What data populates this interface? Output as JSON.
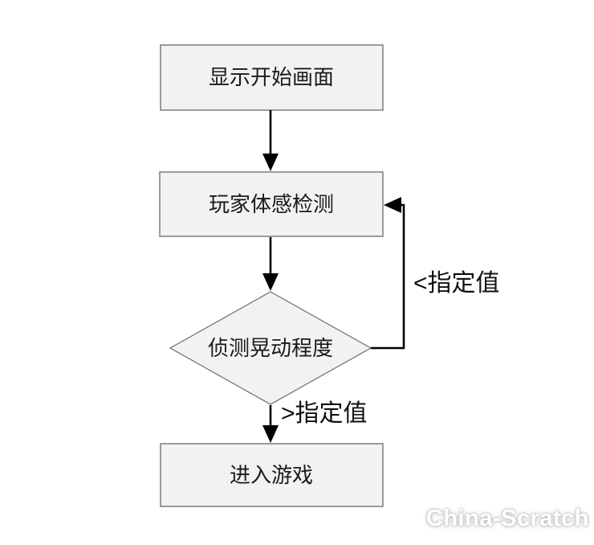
{
  "diagram": {
    "title": "game-motion-detection-flowchart",
    "nodes": {
      "start": {
        "label": "显示开始画面",
        "shape": "rect"
      },
      "sense": {
        "label": "玩家体感检测",
        "shape": "rect"
      },
      "decision": {
        "label": "侦测晃动程度",
        "shape": "diamond"
      },
      "enter": {
        "label": "进入游戏",
        "shape": "rect"
      }
    },
    "edges": [
      {
        "from": "start",
        "to": "sense",
        "label": ""
      },
      {
        "from": "sense",
        "to": "decision",
        "label": ""
      },
      {
        "from": "decision",
        "to": "sense",
        "label": "<指定值"
      },
      {
        "from": "decision",
        "to": "enter",
        "label": ">指定值"
      }
    ]
  },
  "watermark": {
    "text": "China-Scratch"
  },
  "colors": {
    "background": "#ffffff",
    "node_fill": "#f2f2f2",
    "node_border": "#737373",
    "arrow_line": "#000000",
    "text": "#1a1a1a",
    "watermark_text": "#ffffff",
    "watermark_glow": "#bbbbbb"
  }
}
